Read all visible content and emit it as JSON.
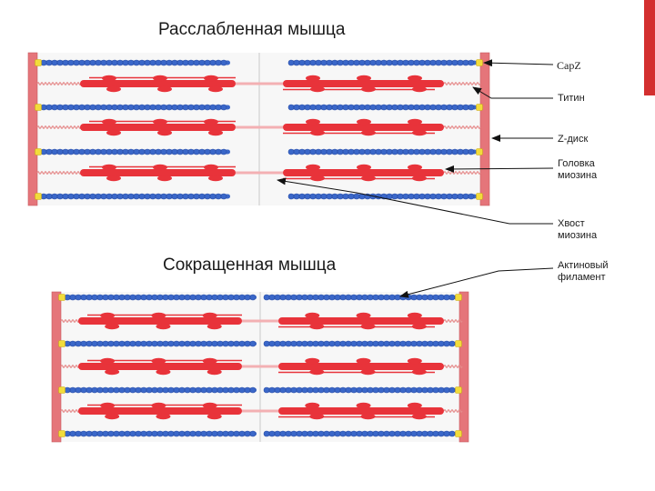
{
  "titles": {
    "relaxed": "Расслабленная мышца",
    "contracted": "Сокращенная мышца"
  },
  "labels": {
    "capz": "CapZ",
    "titin": "Титин",
    "z_disc": "Z-диск",
    "myosin_head": [
      "Головка",
      "миозина"
    ],
    "myosin_tail": [
      "Хвост",
      "миозина"
    ],
    "actin_filament": [
      "Актиновый",
      "филамент"
    ]
  },
  "colors": {
    "z_disc": "#e5757a",
    "actin": "#3a67c9",
    "myosin": "#e8333a",
    "titin": "#e58a8a",
    "capz": "#f2dc3b",
    "accent": "#d32f2f"
  }
}
